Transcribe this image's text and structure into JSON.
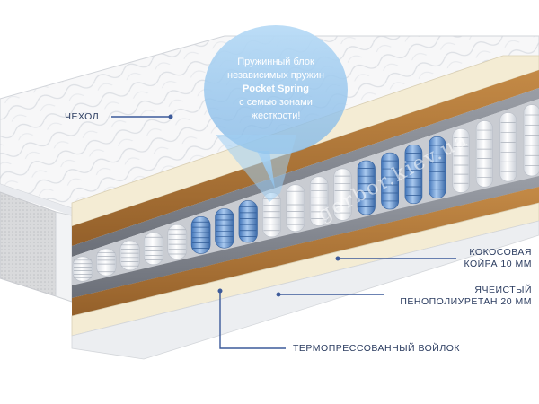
{
  "bubble": {
    "line1": "Пружинный блок",
    "line2": "независимых пружин",
    "line3": "Pocket Spring",
    "line4": "с семью зонами",
    "line5": "жесткости!"
  },
  "labels": {
    "cover": "ЧЕХОЛ",
    "coir_line1": "КОКОСОВАЯ",
    "coir_line2": "КОЙРА 10 ММ",
    "foam_line1": "ЯЧЕИСТЫЙ",
    "foam_line2": "ПЕНОПОЛИУРЕТАН 20 ММ",
    "felt": "ТЕРМОПРЕССОВАННЫЙ ВОЙЛОК"
  },
  "watermark": "gerbor.kiev.ua",
  "colors": {
    "label_text": "#2a3b5f",
    "pointer_line": "#3c5a9a",
    "coir": "#b27a3a",
    "felt": "#f3ead3",
    "spring_white": "#f2f4f7",
    "spring_blue": "#6fa0dc",
    "bubble": "#8fc3ee"
  }
}
